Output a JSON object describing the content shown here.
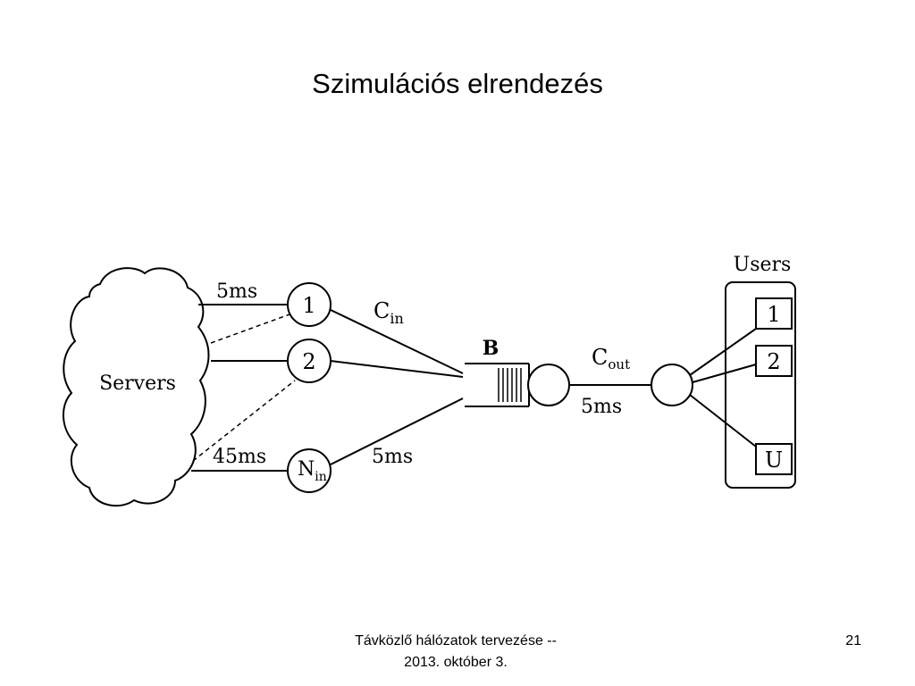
{
  "slide": {
    "title": "Szimulációs elrendezés",
    "footer_line1": "Távközlő hálózatok tervezése --",
    "footer_line2": "2013. október 3.",
    "page_number": "21"
  },
  "diagram": {
    "servers_label": "Servers",
    "users_label": "Users",
    "node_1": "1",
    "node_2": "2",
    "node_n": "N",
    "node_n_sub": "in",
    "buffer_label": "B",
    "c_in": "C",
    "c_in_sub": "in",
    "c_out": "C",
    "c_out_sub": "out",
    "delay_top": "5ms",
    "delay_45": "45ms",
    "delay_in": "5ms",
    "delay_out": "5ms",
    "user_1": "1",
    "user_2": "2",
    "user_u": "U"
  }
}
